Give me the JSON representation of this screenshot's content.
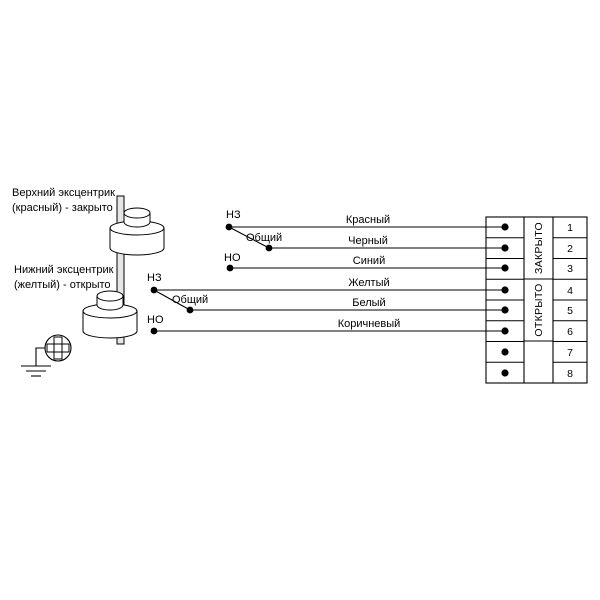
{
  "labels": {
    "upper_cam_line1": "Верхний эксцентрик",
    "upper_cam_line2": "(красный) - закрыто",
    "lower_cam_line1": "Нижний эксцентрик",
    "lower_cam_line2": "(желтый) - открыто"
  },
  "switch_top": {
    "nc": "НЗ",
    "common": "Общий",
    "no": "НО"
  },
  "switch_bottom": {
    "nc": "НЗ",
    "common": "Общий",
    "no": "НО"
  },
  "wires": [
    "Красный",
    "Черный",
    "Синий",
    "Желтый",
    "Белый",
    "Коричневый"
  ],
  "terminal": {
    "numbers": [
      "1",
      "2",
      "3",
      "4",
      "5",
      "6",
      "7",
      "8"
    ],
    "closed_label": "ЗАКРЫТО",
    "open_label": "ОТКРЫТО"
  }
}
